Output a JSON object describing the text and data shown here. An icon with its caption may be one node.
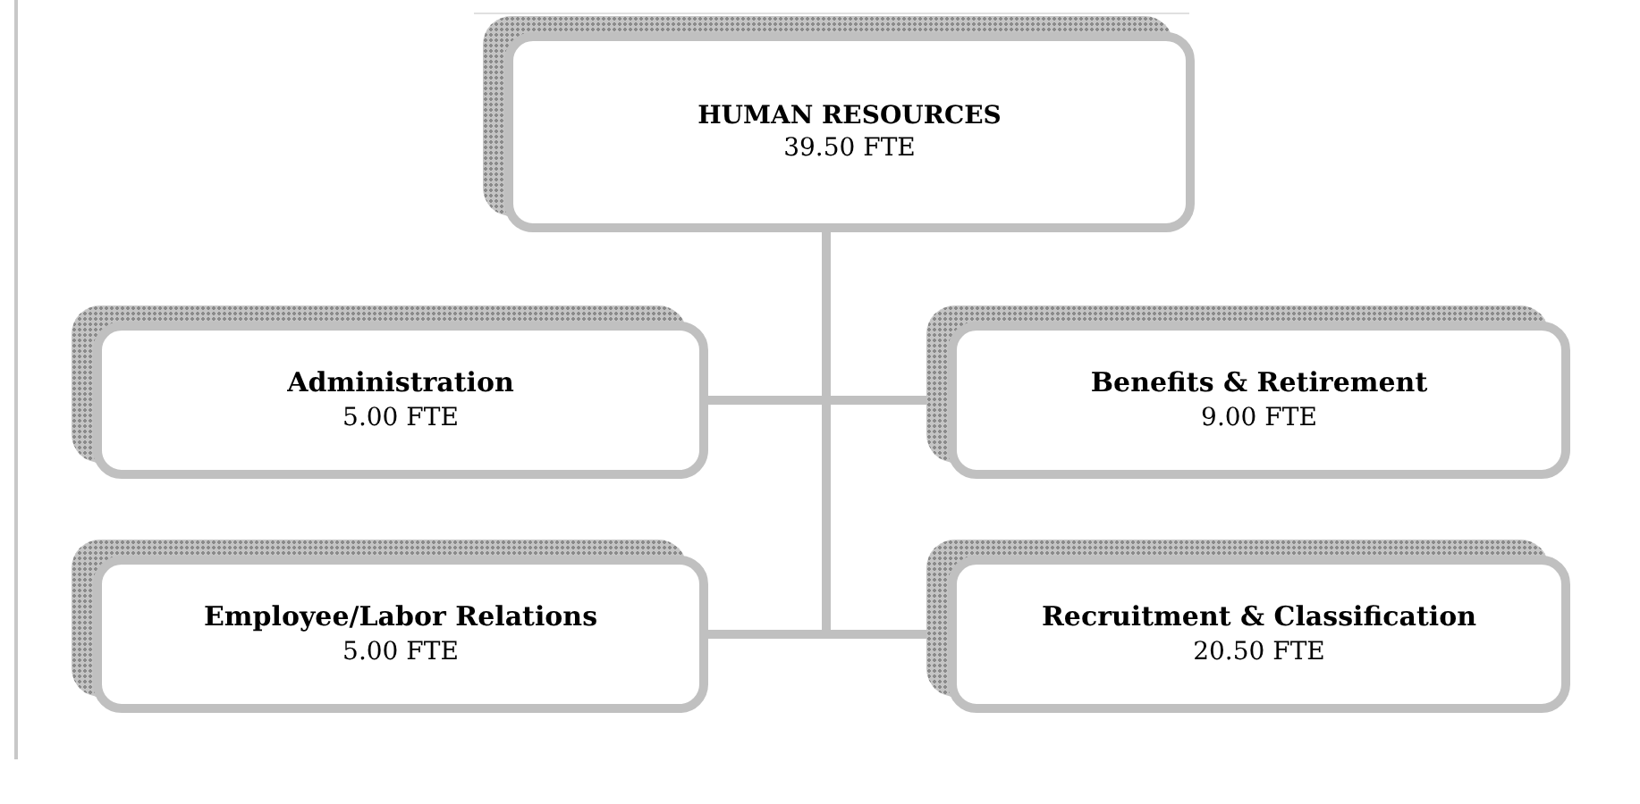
{
  "diagram": {
    "nodes": [
      {
        "text": [
          "HUMAN RESOURCES",
          "39.50 FTE"
        ]
      },
      {
        "text": [
          "Administration",
          "5.00 FTE"
        ]
      },
      {
        "text": [
          "Benefits & Retirement",
          "9.00 FTE"
        ]
      },
      {
        "text": [
          "Employee/Labor Relations",
          "5.00 FTE"
        ]
      },
      {
        "text": [
          "Recruitment & Classification",
          "20.50 FTE"
        ]
      }
    ],
    "edges": [
      {
        "from": 0,
        "to": 1,
        "arrow": "none"
      },
      {
        "from": 0,
        "to": 2,
        "arrow": "none"
      },
      {
        "from": 0,
        "to": 3,
        "arrow": "none"
      },
      {
        "from": 0,
        "to": 4,
        "arrow": "none"
      }
    ]
  }
}
